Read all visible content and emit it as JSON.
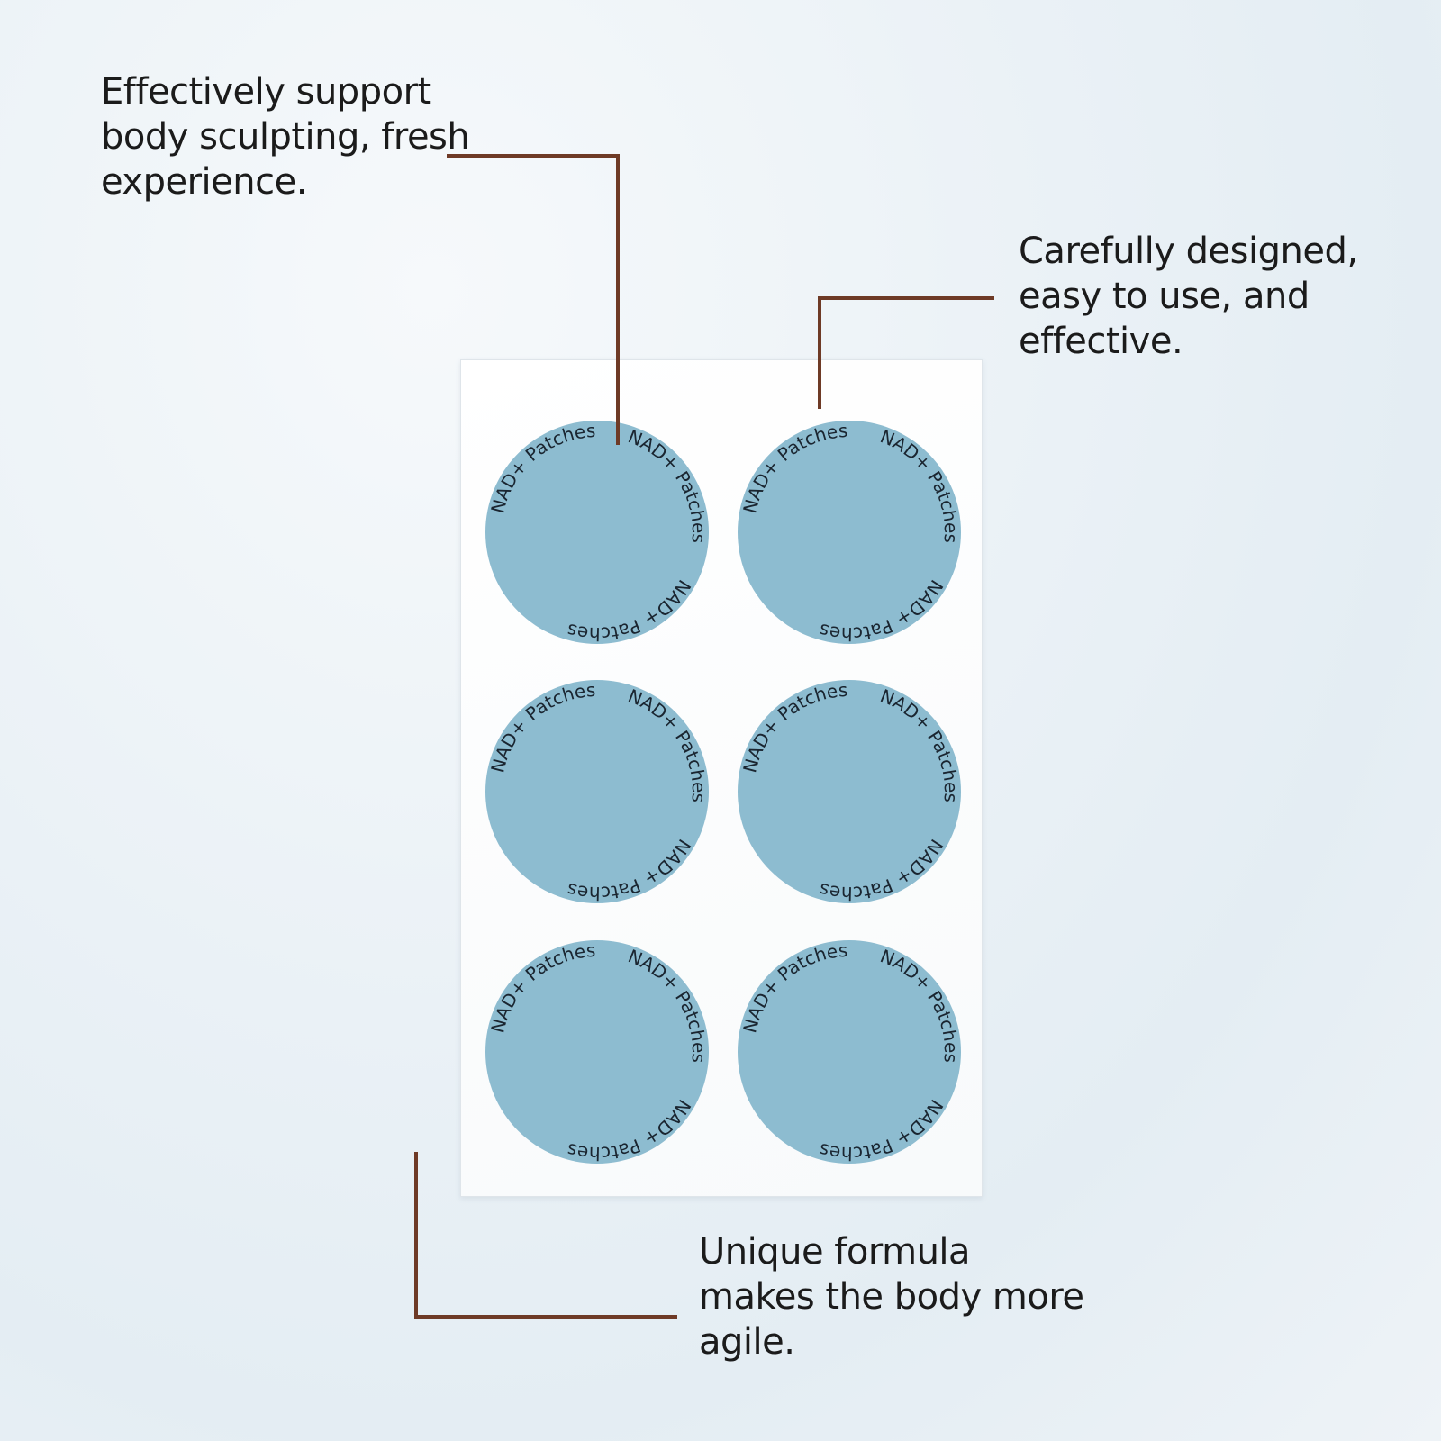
{
  "annotations": {
    "top_left": [
      "Effectively support",
      "body sculpting, fresh",
      "experience."
    ],
    "top_right": [
      "Carefully designed,",
      "easy to use, and",
      "effective."
    ],
    "bottom": [
      "Unique formula",
      "makes the body more",
      "agile."
    ]
  },
  "patch_sheet": {
    "patch_count": 6,
    "patch_color": "#8dbcd0",
    "patch_label": "NAD+ Patches"
  },
  "colors": {
    "leader_line": "#6e3a26",
    "background": "#e8f0f5"
  }
}
